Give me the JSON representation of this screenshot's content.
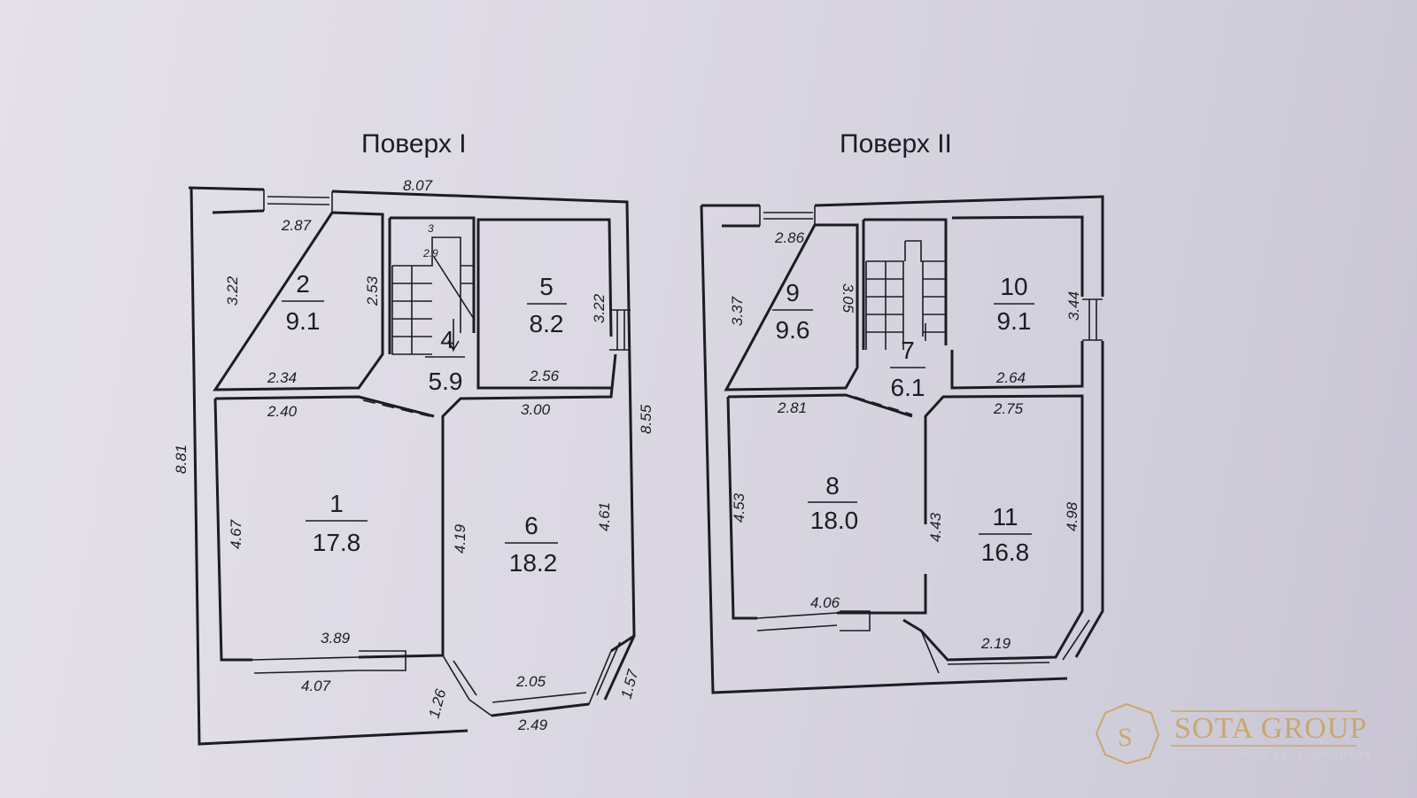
{
  "floor1": {
    "title": "Поверх I",
    "dims": {
      "top": "8.07",
      "left": "8.81",
      "right": "8.55",
      "r2_top": "2.87",
      "r2_left": "3.22",
      "r2_right": "2.53",
      "r2_bottom": "2.34",
      "stair_top": "3",
      "stair_inner": "2.9",
      "r5_right": "3.22",
      "r5_bottom": "2.56",
      "r1_top": "2.40",
      "r1_left": "4.67",
      "r1_right": "4.19",
      "r1_bottom": "3.89",
      "r6_top": "3.00",
      "r6_right": "4.61",
      "bottom_left": "4.07",
      "bay_left": "1.26",
      "bay_mid": "2.05",
      "bay_right": "1.57",
      "bottom_bay": "2.49"
    },
    "rooms": [
      {
        "num": "1",
        "area": "17.8"
      },
      {
        "num": "2",
        "area": "9.1"
      },
      {
        "num": "4",
        "area": "5.9"
      },
      {
        "num": "5",
        "area": "8.2"
      },
      {
        "num": "6",
        "area": "18.2"
      }
    ]
  },
  "floor2": {
    "title": "Поверх II",
    "dims": {
      "r9_top": "2.86",
      "r9_left": "3.37",
      "r9_right": "3.05",
      "r10_right": "3.44",
      "r10_bottom": "2.64",
      "r8_top": "2.81",
      "r8_left": "4.53",
      "r8_right": "4.43",
      "r8_bottom": "4.06",
      "r11_top": "2.75",
      "r11_right": "4.98",
      "bay": "2.19"
    },
    "rooms": [
      {
        "num": "7",
        "area": "6.1"
      },
      {
        "num": "8",
        "area": "18.0"
      },
      {
        "num": "9",
        "area": "9.6"
      },
      {
        "num": "10",
        "area": "9.1"
      },
      {
        "num": "11",
        "area": "16.8"
      }
    ]
  },
  "watermark": {
    "brand": "SOTA GROUP",
    "tagline": "НОВОСТРОЙ ОТ ЗАСТРОЙЩИКОВ",
    "letter": "S"
  }
}
